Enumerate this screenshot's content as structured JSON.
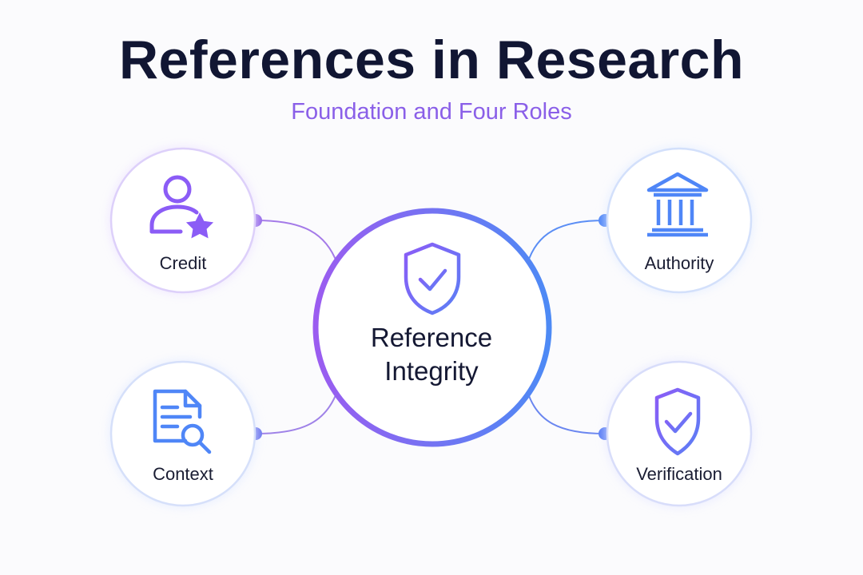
{
  "header": {
    "title": "References in Research",
    "subtitle": "Foundation and Four Roles"
  },
  "center": {
    "line1": "Reference",
    "line2": "Integrity",
    "icon": "shield-check-icon"
  },
  "roles": [
    {
      "label": "Credit",
      "icon": "user-star-icon"
    },
    {
      "label": "Authority",
      "icon": "institution-icon"
    },
    {
      "label": "Context",
      "icon": "document-search-icon"
    },
    {
      "label": "Verification",
      "icon": "shield-check-icon"
    }
  ],
  "colors": {
    "title": "#111633",
    "subtitle": "#8a5fe8",
    "purple": "#8b5cf6",
    "blue": "#4f86f7"
  }
}
